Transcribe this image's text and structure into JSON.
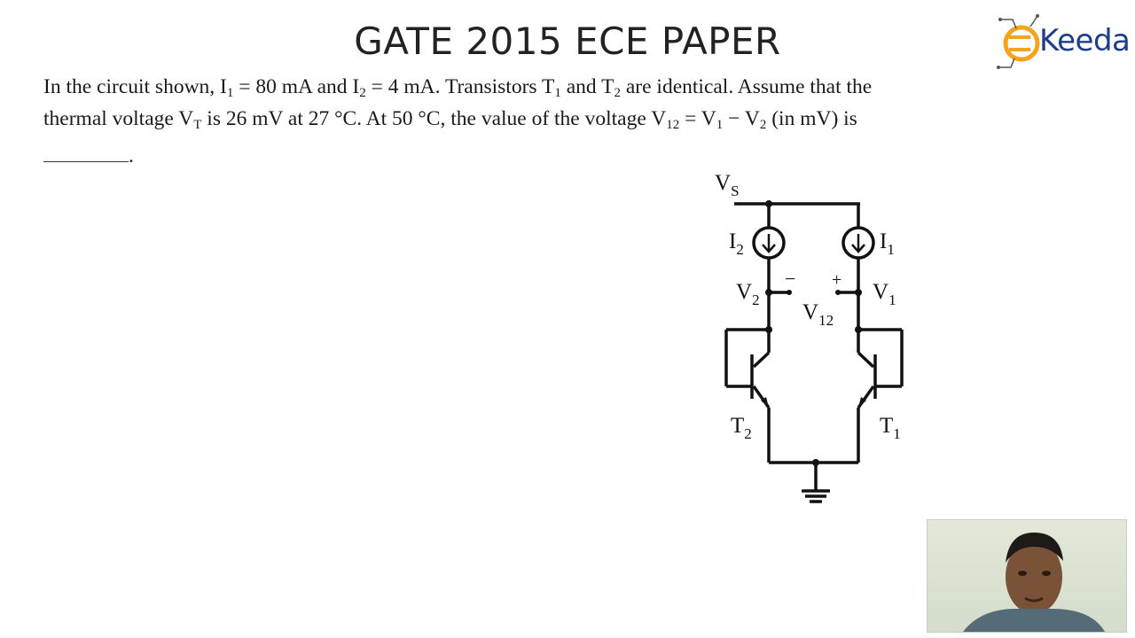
{
  "slide": {
    "title": "GATE 2015 ECE PAPER",
    "logo_text": "Keeda"
  },
  "question": {
    "line1": {
      "a": "In the circuit shown, I",
      "s1": "1",
      "b": " = 80 mA and I",
      "s2": "2",
      "c": " = 4 mA. Transistors T",
      "s3": "1",
      "d": " and T",
      "s4": "2",
      "e": " are identical. Assume that the"
    },
    "line2": {
      "a": "thermal voltage V",
      "s1": "T",
      "b": " is 26 mV at 27 °C. At 50 °C, the value of the voltage  V",
      "s2": "12",
      "c": " = V",
      "s3": "1",
      "d": " − V",
      "s4": "2",
      "e": " (in mV) is"
    },
    "line3_suffix": "."
  },
  "circuit": {
    "vs_main": "V",
    "vs_sub": "S",
    "i2_main": "I",
    "i2_sub": "2",
    "i1_main": "I",
    "i1_sub": "1",
    "v2_main": "V",
    "v2_sub": "2",
    "v1_main": "V",
    "v1_sub": "1",
    "v12_main": "V",
    "v12_sub": "12",
    "minus": "−",
    "plus": "+",
    "t2_main": "T",
    "t2_sub": "2",
    "t1_main": "T",
    "t1_sub": "1"
  }
}
